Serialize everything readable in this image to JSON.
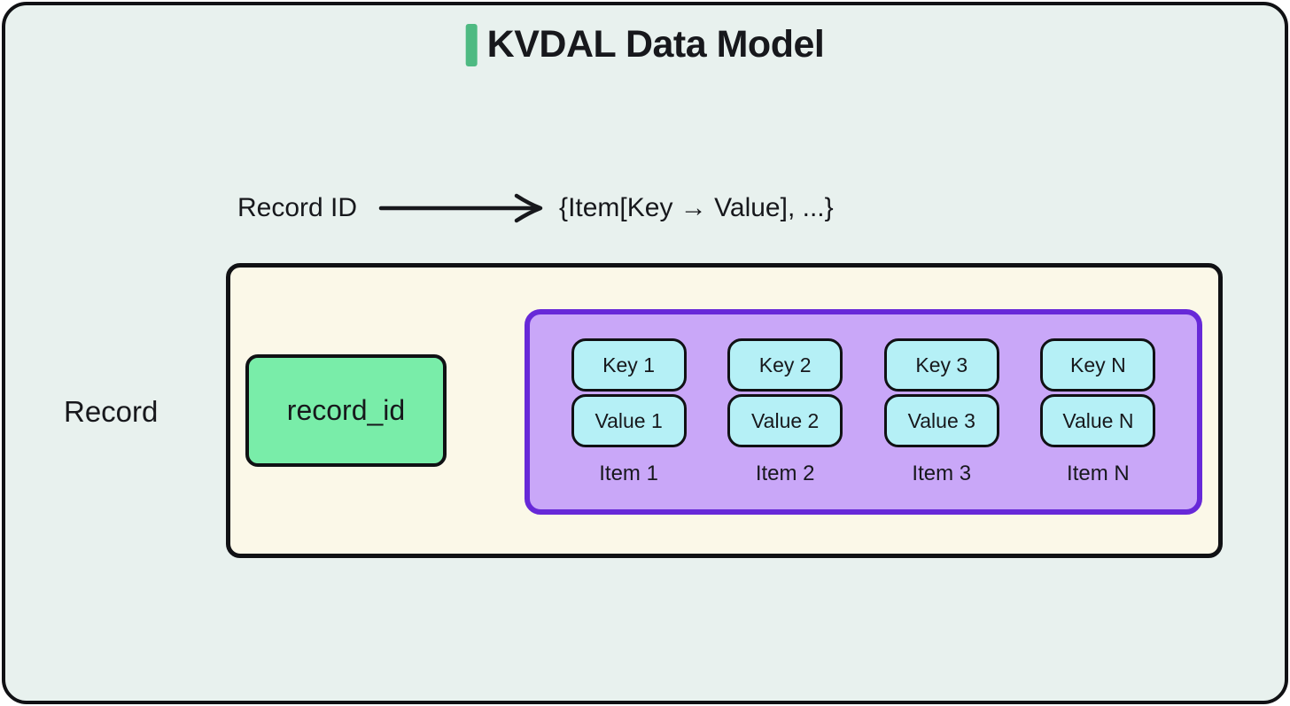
{
  "title": {
    "text": "KVDAL Data Model"
  },
  "mapping": {
    "source_label": "Record ID",
    "arrow_icon": "arrow-right",
    "target_expression": "{Item[Key → Value], ...}"
  },
  "record": {
    "label": "Record",
    "id_field": "record_id",
    "items": [
      {
        "key": "Key 1",
        "value": "Value 1",
        "label": "Item 1"
      },
      {
        "key": "Key 2",
        "value": "Value 2",
        "label": "Item 2"
      },
      {
        "key": "Key 3",
        "value": "Value 3",
        "label": "Item 3"
      },
      {
        "key": "Key N",
        "value": "Value N",
        "label": "Item N"
      }
    ]
  },
  "colors": {
    "canvas-bg": "#e8f1ee",
    "card-border": "#101114",
    "accent-bar": "#4eba82",
    "record-bg": "#fbf8e8",
    "record-border": "#101114",
    "id-bg": "#79eda9",
    "items-bg": "#c9a7f8",
    "items-border": "#6729d8",
    "cell-bg": "#b5f0f6",
    "cell-border": "#101114",
    "text": "#17181c"
  }
}
